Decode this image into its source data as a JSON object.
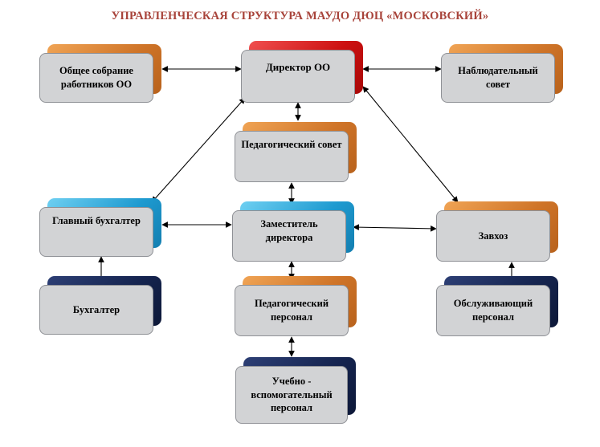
{
  "title": "УПРАВЛЕНЧЕСКАЯ СТРУКТУРА МАУДО ДЮЦ «МОСКОВСКИЙ»",
  "colors": {
    "title": "#a8433a",
    "orange": "#d9822b",
    "red": "#d01818",
    "blue": "#2aa6da",
    "navy": "#15244f",
    "face": "#d2d3d5"
  },
  "nodes": {
    "general_meeting": "Общее собрание работников ОО",
    "director": "Директор ОО",
    "supervisory_board": "Наблюдательный совет",
    "pedagogical_council": "Педагогический совет",
    "chief_accountant": "Главный бухгалтер",
    "deputy_director": "Заместитель директора",
    "caretaker": "Завхоз",
    "accountant": "Бухгалтер",
    "teaching_staff": "Педагогический персонал",
    "service_staff": "Обслуживающий персонал",
    "support_staff": "Учебно - вспомогательный персонал"
  }
}
